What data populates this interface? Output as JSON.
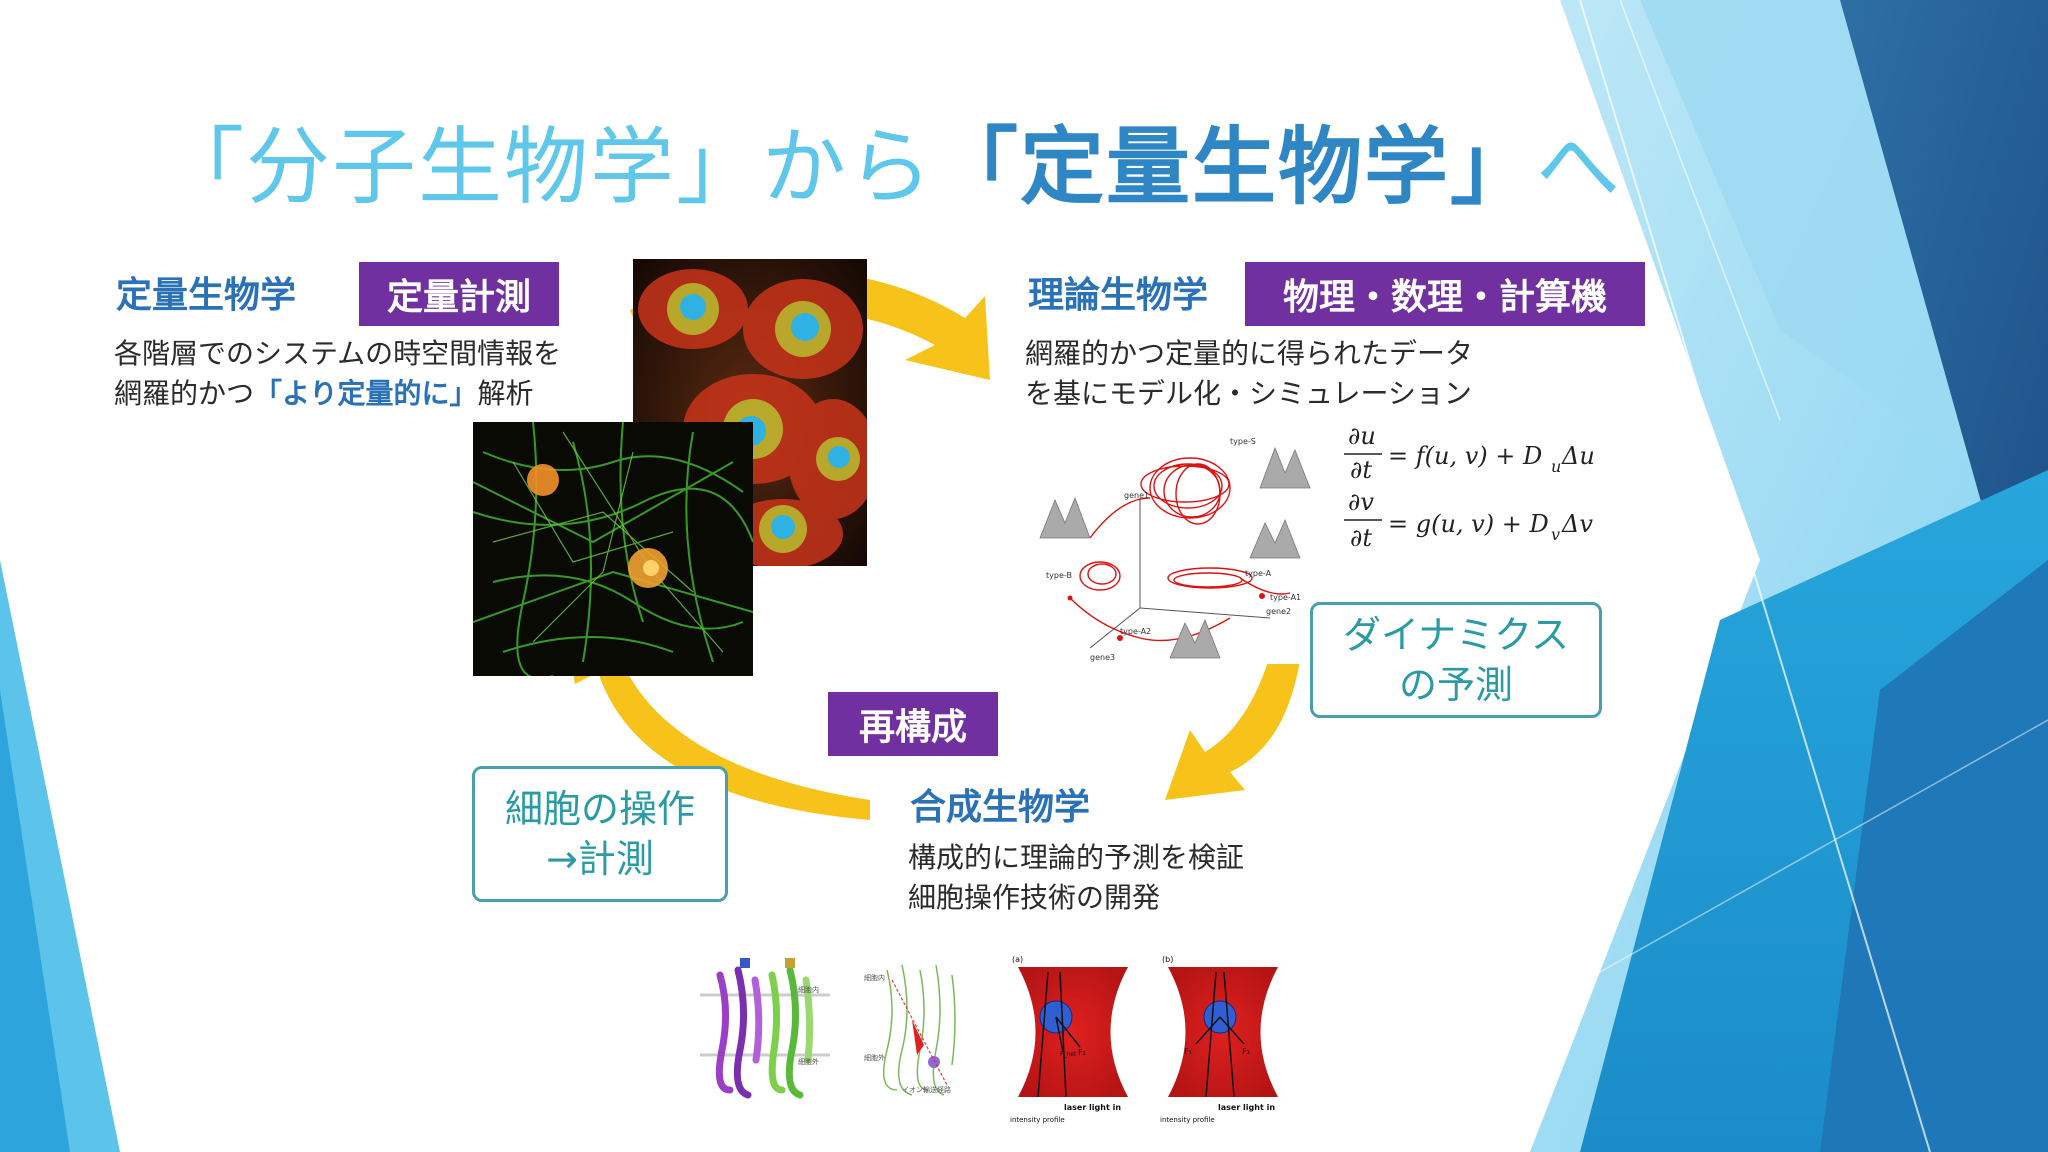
{
  "title": {
    "part1": "「分子生物学」から",
    "part2": "「定量生物学」",
    "part3": "へ"
  },
  "quant": {
    "heading": "定量生物学",
    "tag": "定量計測",
    "line1": "各階層でのシステムの時空間情報を",
    "line2_pre": "網羅的かつ",
    "line2_em": "「より定量的に」",
    "line2_post": "解析"
  },
  "theory": {
    "heading": "理論生物学",
    "tag": "物理・数理・計算機",
    "line1": "網羅的かつ定量的に得られたデータ",
    "line2": "を基にモデル化・シミュレーション",
    "eq1_num": "∂u",
    "eq1_den": "∂t",
    "eq1_rhs": "= f(u, v) + D",
    "eq1_sub": "u",
    "eq1_tail": "Δu",
    "eq2_num": "∂v",
    "eq2_den": "∂t",
    "eq2_rhs": "= g(u, v) + D",
    "eq2_sub": "v",
    "eq2_tail": "Δv",
    "plot_labels": {
      "type_s": "type-S",
      "type_a": "type-A",
      "type_b": "type-B",
      "type_a1": "type-A1",
      "type_a2": "type-A2",
      "gene1": "gene1",
      "gene2": "gene2",
      "gene3": "gene3"
    }
  },
  "dynamics_callout": {
    "line1": "ダイナミクス",
    "line2": "の予測"
  },
  "reconstruct_tag": "再構成",
  "synth": {
    "heading": "合成生物学",
    "line1": "構成的に理論的予測を検証",
    "line2": "細胞操作技術の開発"
  },
  "cell_callout": {
    "line1": "細胞の操作",
    "line2": "→計測"
  },
  "protein_labels": {
    "inside": "細胞内",
    "outside": "細胞外",
    "inside2": "細胞内",
    "outside2": "細胞外",
    "ion_path": "イオン輸送経路"
  },
  "trap_labels": {
    "a": "(a)",
    "b": "(b)",
    "laser_a": "laser light in",
    "laser_b": "laser light in",
    "intensity_a": "intensity profile",
    "intensity_b": "intensity profile",
    "f1": "F₁",
    "f2": "F₂",
    "fnet": "F_net"
  },
  "colors": {
    "title_light": "#5ec7ea",
    "title_bold": "#2e86c4",
    "heading": "#2a72b5",
    "tag_purple": "#7030a0",
    "arrow_yellow": "#f7c31a",
    "callout_border": "#4a9fae"
  }
}
